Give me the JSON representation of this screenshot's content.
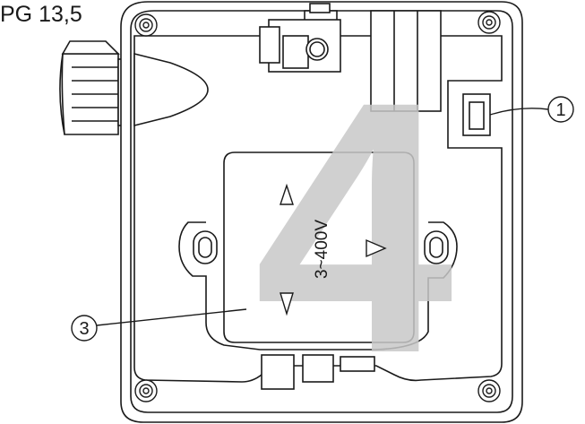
{
  "title": "PG 13,5",
  "big_number": "4",
  "voltage_label": "3~400V",
  "callouts": [
    {
      "number": "1"
    },
    {
      "number": "3"
    }
  ],
  "colors": {
    "line": "#1a1a1a",
    "watermark": "#c8c8c8",
    "background": "#ffffff"
  }
}
